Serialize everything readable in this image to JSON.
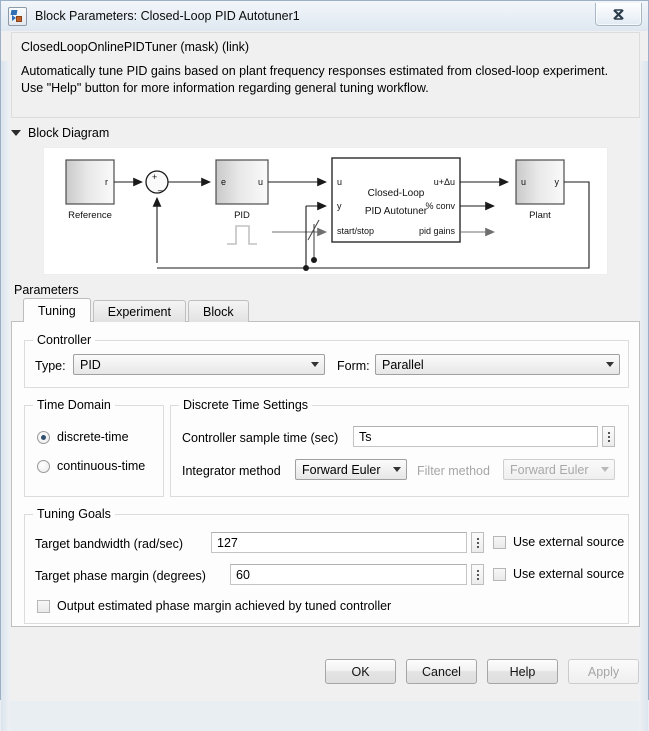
{
  "window": {
    "title": "Block Parameters: Closed-Loop PID Autotuner1",
    "app_icon": "simulink-block-icon",
    "close_label": "Close"
  },
  "description": {
    "mask_title": "ClosedLoopOnlinePIDTuner (mask) (link)",
    "body": "Automatically tune PID gains based on plant frequency responses estimated from closed-loop experiment.\nUse \"Help\" button for more information regarding general tuning workflow."
  },
  "block_diagram": {
    "section_label": "Block Diagram",
    "expanded": true,
    "blocks": [
      {
        "name": "Reference",
        "label": "Reference",
        "ports_out": [
          "r"
        ]
      },
      {
        "name": "sum",
        "label": "",
        "signs": [
          "+",
          "-"
        ]
      },
      {
        "name": "PID",
        "label": "PID",
        "ports_in": [
          "e"
        ],
        "ports_out": [
          "u"
        ]
      },
      {
        "name": "Autotuner",
        "label": "Closed-Loop\nPID Autotuner",
        "line1": "Closed-Loop",
        "line2": "PID Autotuner",
        "ports_in": [
          "u",
          "y",
          "start/stop"
        ],
        "ports_out": [
          "u+Δu",
          "% conv",
          "pid gains"
        ]
      },
      {
        "name": "Plant",
        "label": "Plant",
        "ports_in": [
          "u"
        ],
        "ports_out": [
          "y"
        ]
      },
      {
        "name": "step",
        "label": ""
      }
    ]
  },
  "parameters": {
    "label": "Parameters",
    "tabs": [
      {
        "id": "tuning",
        "label": "Tuning",
        "active": true
      },
      {
        "id": "experiment",
        "label": "Experiment",
        "active": false
      },
      {
        "id": "block",
        "label": "Block",
        "active": false
      }
    ],
    "controller": {
      "title": "Controller",
      "type_label": "Type:",
      "type_value": "PID",
      "form_label": "Form:",
      "form_value": "Parallel"
    },
    "time_domain": {
      "title": "Time Domain",
      "options": [
        {
          "label": "discrete-time",
          "checked": true
        },
        {
          "label": "continuous-time",
          "checked": false
        }
      ]
    },
    "discrete_time_settings": {
      "title": "Discrete Time Settings",
      "sample_time_label": "Controller sample time (sec)",
      "sample_time_value": "Ts",
      "integrator_label": "Integrator method",
      "integrator_value": "Forward Euler",
      "filter_label": "Filter method",
      "filter_value": "Forward Euler",
      "filter_disabled": true
    },
    "tuning_goals": {
      "title": "Tuning Goals",
      "bandwidth_label": "Target bandwidth (rad/sec)",
      "bandwidth_value": "127",
      "bandwidth_external_label": "Use external source",
      "bandwidth_external_checked": false,
      "phase_margin_label": "Target phase margin (degrees)",
      "phase_margin_value": "60",
      "phase_margin_external_label": "Use external source",
      "phase_margin_external_checked": false,
      "output_pm_label": "Output estimated phase margin achieved by tuned controller",
      "output_pm_checked": false
    }
  },
  "buttons": {
    "ok": "OK",
    "cancel": "Cancel",
    "help": "Help",
    "apply": "Apply",
    "apply_disabled": true
  },
  "colors": {
    "window_bg": "#f0f0f0",
    "panel_bg": "#fdfdfd",
    "accent": "#30506f",
    "diagram_bg": "#ffffff"
  }
}
